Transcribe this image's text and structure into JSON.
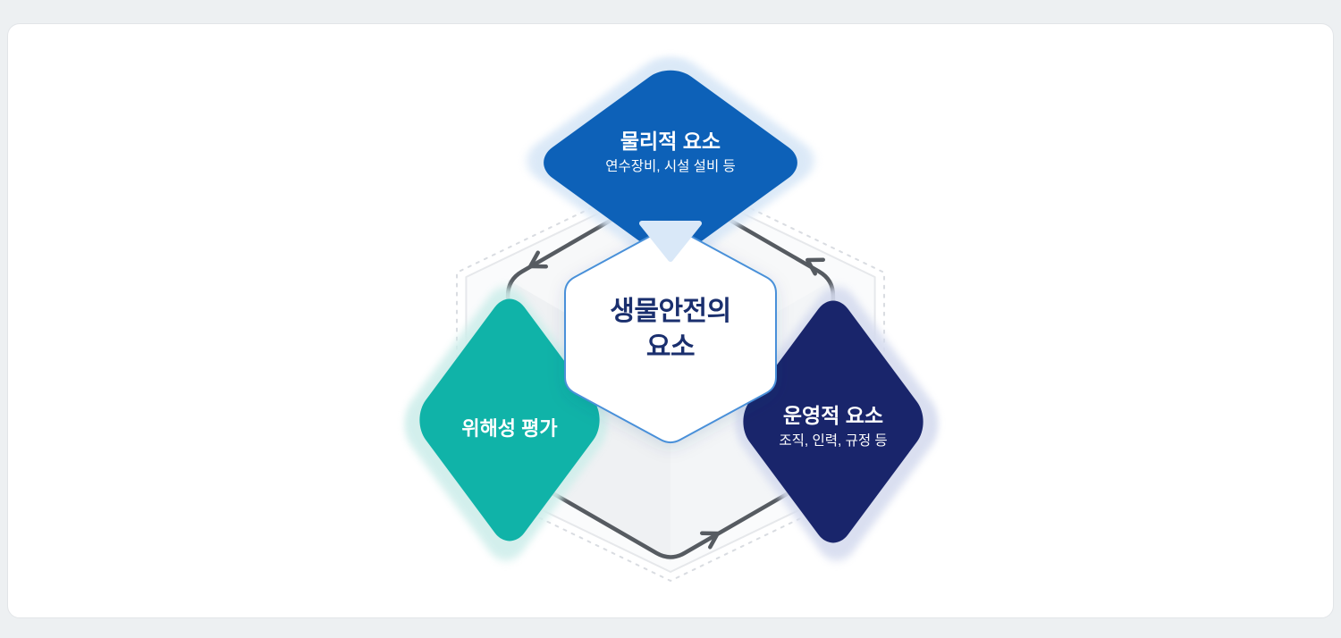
{
  "diagram": {
    "title": {
      "line1": "생물안전의",
      "line2": "요소"
    },
    "nodes": [
      {
        "id": "physical",
        "title": "물리적 요소",
        "subtitle": "연수장비, 시설 설비 등",
        "color": "#0d61b8",
        "glow": "#d8e7f7"
      },
      {
        "id": "risk",
        "title": "위해성 평가",
        "subtitle": "",
        "color": "#10b3a8",
        "glow": "#cfeeeb"
      },
      {
        "id": "operational",
        "title": "운영적 요소",
        "subtitle": "조직, 인력, 규정 등",
        "color": "#19256b",
        "glow": "#d6dcef"
      }
    ],
    "colors": {
      "arrow": "#565b61",
      "hex_border": "#4a90d9",
      "center_text": "#1a2f6e",
      "tip": "#d9e8f8",
      "outer_hex_stroke": "#e6e8eb",
      "dashed_hex_stroke": "#d9dce1"
    }
  }
}
